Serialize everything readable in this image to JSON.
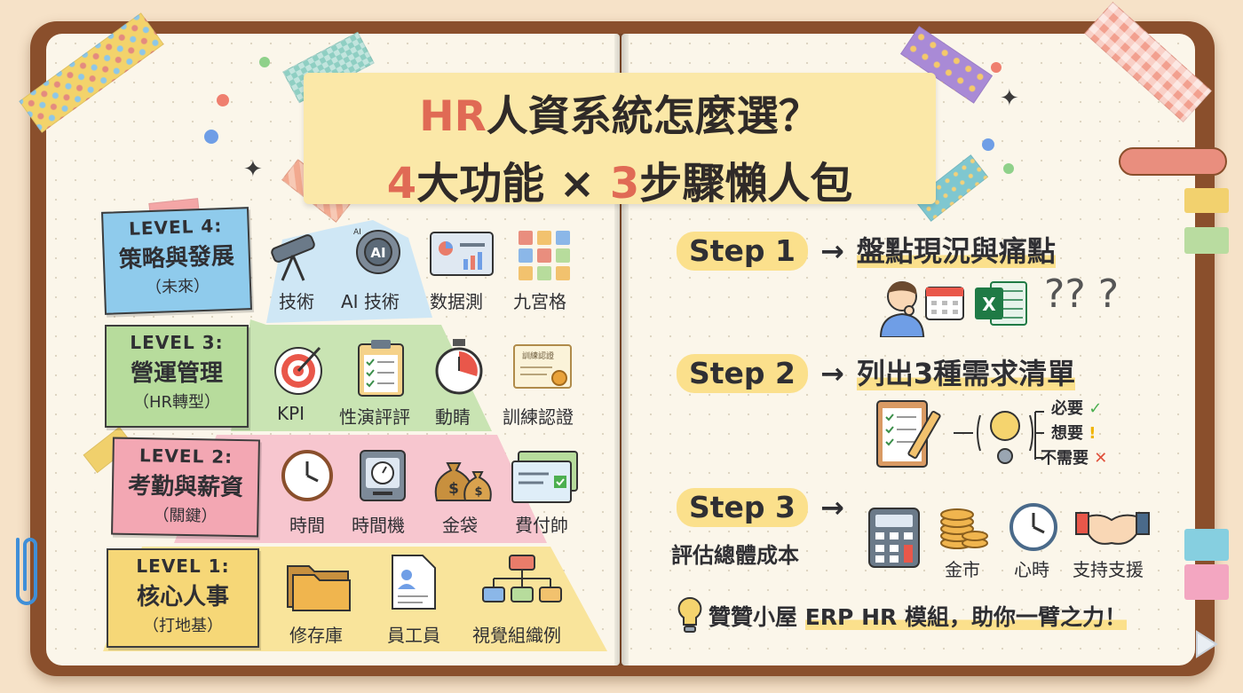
{
  "title": {
    "line1": {
      "accent": "HR",
      "rest": "人資系統怎麼選？"
    },
    "line2": {
      "num1": "4",
      "mid": "大功能 × ",
      "num2": "3",
      "rest": "步驟懶人包"
    }
  },
  "levels": [
    {
      "level": "LEVEL 4:",
      "name": "策略與發展",
      "sub": "（未來）",
      "color": "#8fcbec",
      "items": [
        "技術",
        "AI 技術",
        "数据測",
        "九宮格"
      ]
    },
    {
      "level": "LEVEL 3:",
      "name": "營運管理",
      "sub": "（HR轉型）",
      "color": "#b7dc9c",
      "items": [
        "KPI",
        "性演評評",
        "動睛",
        "訓練認證"
      ]
    },
    {
      "level": "LEVEL 2:",
      "name": "考勤與薪資",
      "sub": "（關鍵）",
      "color": "#f3a7b3",
      "items": [
        "時間",
        "時間機",
        "金袋",
        "費付帥"
      ]
    },
    {
      "level": "LEVEL 1:",
      "name": "核心人事",
      "sub": "（打地基）",
      "color": "#f6d777",
      "items": [
        "修存庫",
        "員工員",
        "視覺組織例"
      ]
    }
  ],
  "icon_text": {
    "ai_chip": "AI",
    "ai_small": "AI",
    "certificate": "訓練認證"
  },
  "steps": [
    {
      "label": "Step 1",
      "arrow": "→",
      "title": "盤點現況與痛點"
    },
    {
      "label": "Step 2",
      "arrow": "→",
      "title": "列出3種需求清單"
    },
    {
      "label": "Step 3",
      "arrow": "→",
      "title": "評估總體成本"
    }
  ],
  "needs": [
    {
      "text": "必要",
      "mark": "✓",
      "color": "#4caf50"
    },
    {
      "text": "想要",
      "mark": "!",
      "color": "#f0b400"
    },
    {
      "text": "不需要",
      "mark": "✕",
      "color": "#e0513c"
    }
  ],
  "cost_items": [
    "金市",
    "心時",
    "支持支援"
  ],
  "question_marks": "?? ?",
  "footer": {
    "prefix": "贊贊小屋 ",
    "highlight": "ERP HR 模組，助你一臂之力！"
  },
  "colors": {
    "accent_red": "#e06a55",
    "highlight": "#fbe08c",
    "cover": "#8a4f2c"
  }
}
